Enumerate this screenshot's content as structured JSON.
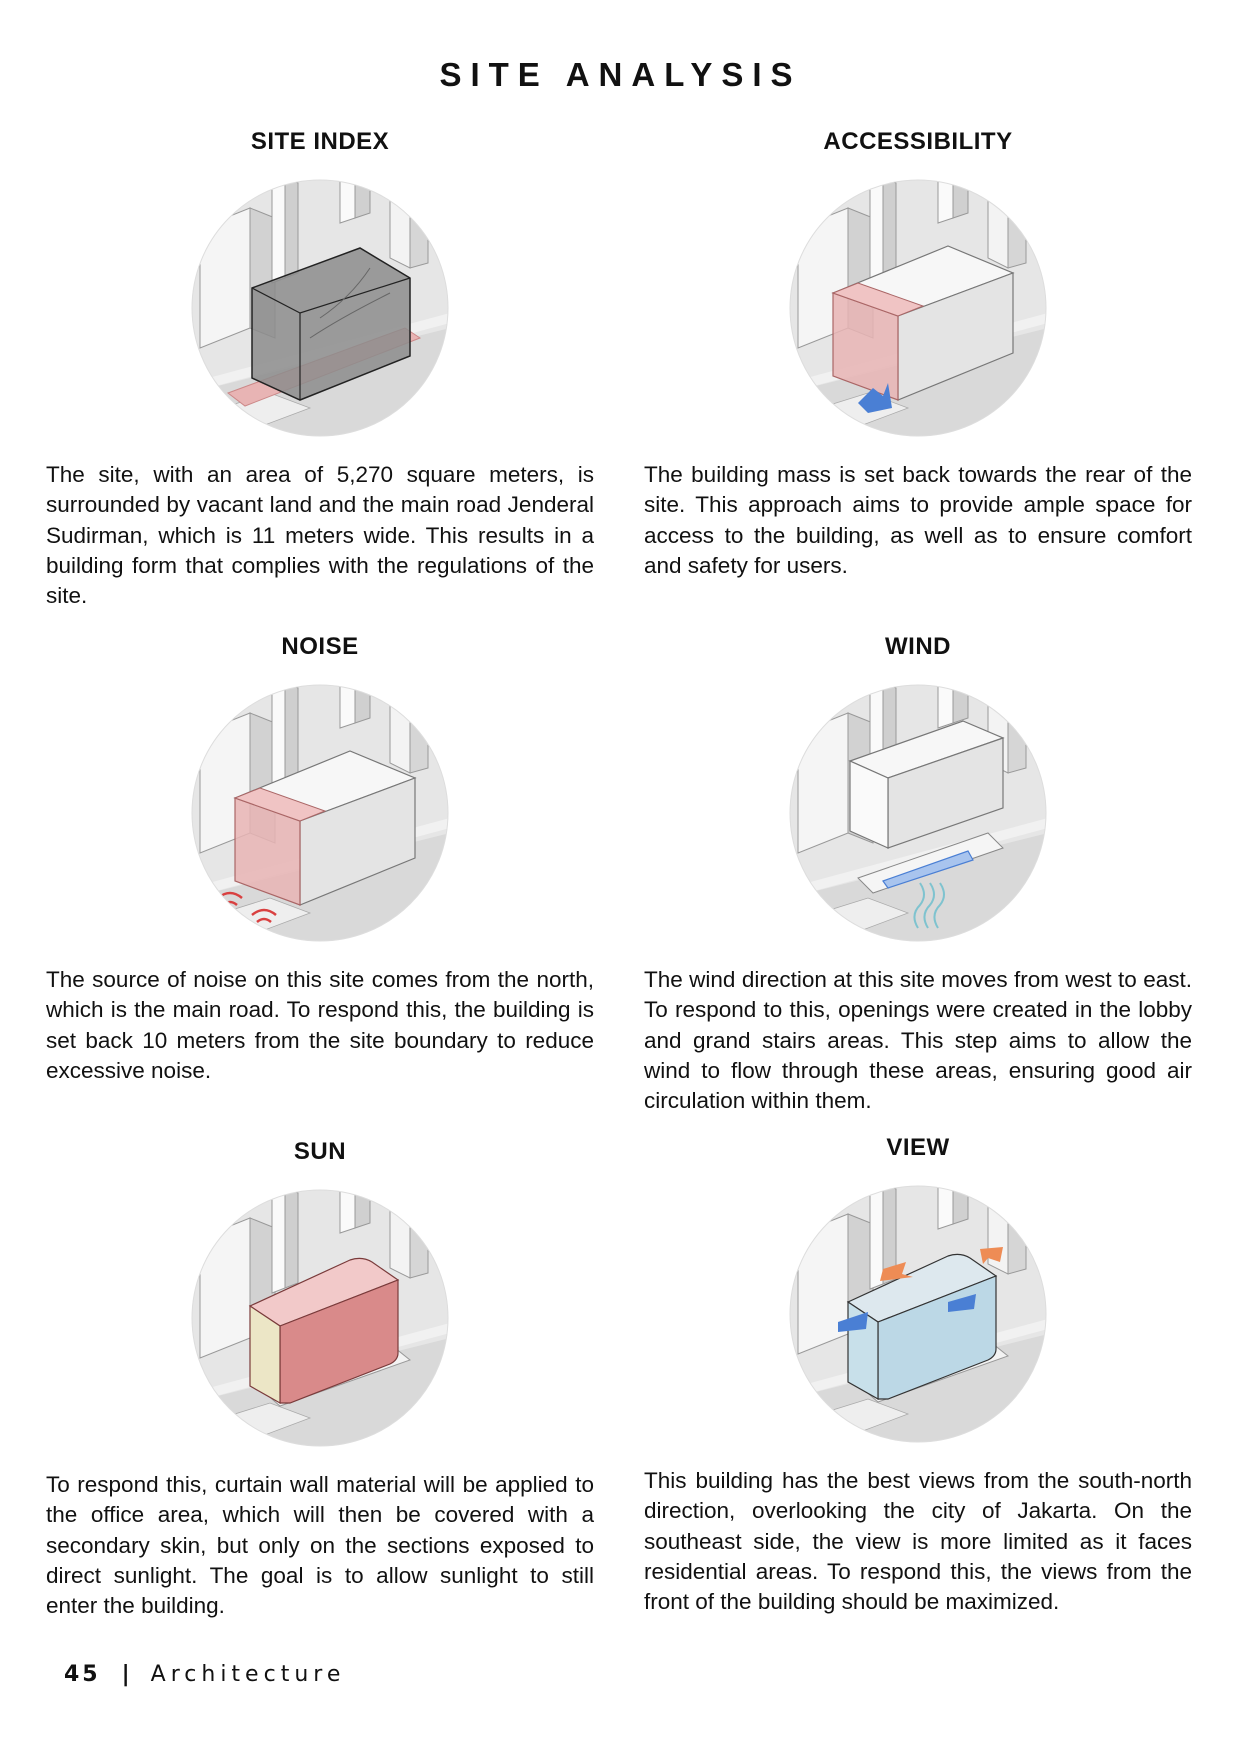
{
  "page": {
    "title": "SITE ANALYSIS"
  },
  "sections": {
    "site_index": {
      "heading": "SITE INDEX",
      "body": "The site, with an area of 5,270 square meters, is surrounded by vacant land and the main road Jenderal Sudirman, which is 11 meters wide. This results in a building form that complies with the regulations of the site."
    },
    "accessibility": {
      "heading": "ACCESSIBILITY",
      "body": "The building mass is set back towards the rear of the site. This approach aims to provide ample space for access to the building, as well as to ensure comfort and safety for users."
    },
    "noise": {
      "heading": "NOISE",
      "body": "The source of noise on this site comes from the north, which is the main road. To respond this, the building is set back 10 meters from the site boundary to reduce excessive noise."
    },
    "wind": {
      "heading": "WIND",
      "body": "The wind direction at this site moves from west to east. To respond to this, openings were created in the lobby and grand stairs areas. This step aims to allow the wind to flow through these areas, ensuring good air circulation within them."
    },
    "sun": {
      "heading": "SUN",
      "body": "To respond this, curtain wall material will be applied to the office area, which will then be covered with a secondary skin, but only on the sections exposed to direct sunlight. The goal is to allow sunlight to still enter the building."
    },
    "view": {
      "heading": "VIEW",
      "body": "This building has the best views from the south-north direction, overlooking the city of Jakarta. On the southeast side, the view is more limited as it faces residential areas. To respond this, the views from the front of the building should be maximized."
    }
  },
  "footer": {
    "page_number": "45",
    "separator": "|",
    "label": "Architecture"
  },
  "colors": {
    "site_index_mass": "#8c8c8c",
    "setback_zone": "#e8b4b4",
    "sun_facade": "#d98a8a",
    "sun_side": "#ece6c6",
    "view_glass": "#bcd8e6",
    "wind_opening": "#a8c4ee",
    "arrow_blue": "#4a7fd4",
    "arrow_orange": "#ee8c55",
    "noise_red": "#d94040"
  }
}
